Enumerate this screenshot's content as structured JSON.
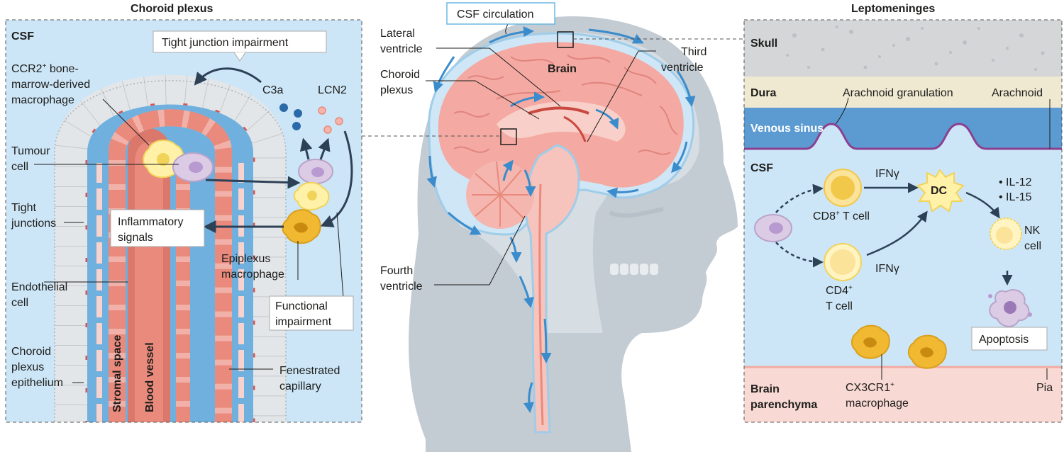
{
  "choroid": {
    "title": "Choroid plexus",
    "csf": "CSF",
    "tight_junction_impairment": "Tight junction impairment",
    "ccr2_l1": "CCR2",
    "ccr2_sup": "+",
    "ccr2_l1b": " bone-",
    "ccr2_l2": "marrow-derived",
    "ccr2_l3": "macrophage",
    "c3a": "C3a",
    "lcn2": "LCN2",
    "tumour_l1": "Tumour",
    "tumour_l2": "cell",
    "tight_l1": "Tight",
    "tight_l2": "junctions",
    "inflam_l1": "Inflammatory",
    "inflam_l2": "signals",
    "epiplexus_l1": "Epiplexus",
    "epiplexus_l2": "macrophage",
    "endo_l1": "Endothelial",
    "endo_l2": "cell",
    "functional_l1": "Functional",
    "functional_l2": "impairment",
    "cpe_l1": "Choroid",
    "cpe_l2": "plexus",
    "cpe_l3": "epithelium",
    "stromal": "Stromal space",
    "vessel": "Blood vessel",
    "fen_l1": "Fenestrated",
    "fen_l2": "capillary"
  },
  "center": {
    "csf_circulation": "CSF circulation",
    "lateral_l1": "Lateral",
    "lateral_l2": "ventricle",
    "choroid_l1": "Choroid",
    "choroid_l2": "plexus",
    "brain": "Brain",
    "third_l1": "Third",
    "third_l2": "ventricle",
    "fourth_l1": "Fourth",
    "fourth_l2": "ventricle"
  },
  "lepto": {
    "title": "Leptomeninges",
    "skull": "Skull",
    "dura": "Dura",
    "arachnoid_granulation": "Arachnoid granulation",
    "arachnoid": "Arachnoid",
    "venous_sinus": "Venous sinus",
    "csf": "CSF",
    "ifng1": "IFNγ",
    "ifng2": "IFNγ",
    "dc": "DC",
    "il12": "• IL-12",
    "il15": "• IL-15",
    "cd8": "CD8",
    "cd8_sup": "+",
    "cd8_rest": " T cell",
    "cd4": "CD4",
    "cd4_sup": "+",
    "cd4_l2": "T cell",
    "nk_l1": "NK",
    "nk_l2": "cell",
    "apoptosis": "Apoptosis",
    "cx3cr1": "CX3CR1",
    "cx3cr1_sup": "+",
    "cx3cr1_l2": "macrophage",
    "brain_l1": "Brain",
    "brain_l2": "parenchyma",
    "pia": "Pia"
  },
  "colors": {
    "csf_blue": "#cde6f7",
    "vessel_red": "#e98a7c",
    "brain_pink": "#f4a9a2",
    "venous_blue": "#5b9bd1",
    "skull_grey": "#d4d6d8",
    "dura_beige": "#efe9d2",
    "arrow_navy": "#2d4156",
    "flow_blue": "#3a8ccc"
  }
}
